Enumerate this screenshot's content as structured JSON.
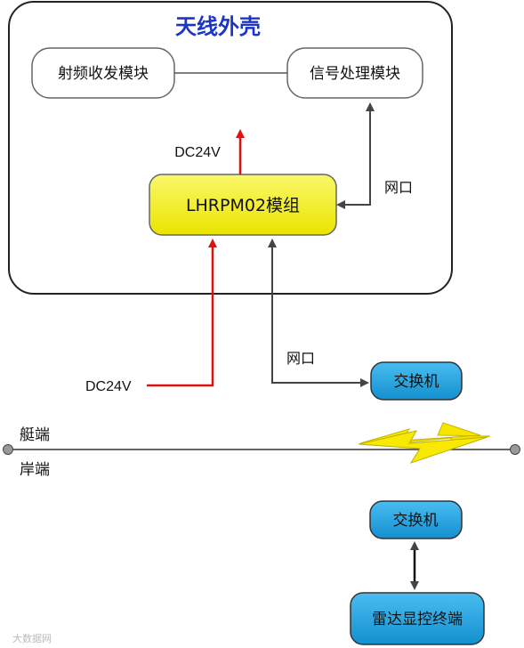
{
  "enclosure": {
    "title": "天线外壳"
  },
  "nodes": {
    "rf_module": "射频收发模块",
    "signal_module": "信号处理模块",
    "lhrpm_module": "LHRPM02模组",
    "switch_top": "交换机",
    "switch_bottom": "交换机",
    "radar_terminal": "雷达显控终端"
  },
  "labels": {
    "dc_out": "DC24V",
    "dc_in": "DC24V",
    "net_inner": "网口",
    "net_outer": "网口",
    "boat_side": "艇端",
    "shore_side": "岸端"
  },
  "watermark": "大数据网",
  "colors": {
    "title": "#1a35c8",
    "power_arrow": "#e01010",
    "data_arrow": "#444444",
    "lhrpm_fill": "#f4f11a",
    "switch_fill": "#1fa3e0",
    "lightning": "#f5e600"
  }
}
